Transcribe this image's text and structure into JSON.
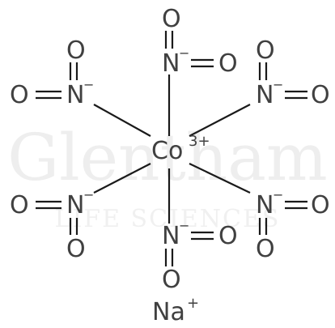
{
  "watermark": {
    "name": "Glentham",
    "subtitle": "LIFE SCIENCES"
  },
  "center": {
    "symbol": "Co",
    "charge": "3+"
  },
  "ligand": {
    "nitrogen": "N",
    "oxygen": "O",
    "charge": "−"
  },
  "counterion": {
    "symbol": "Na",
    "charge": "+"
  }
}
